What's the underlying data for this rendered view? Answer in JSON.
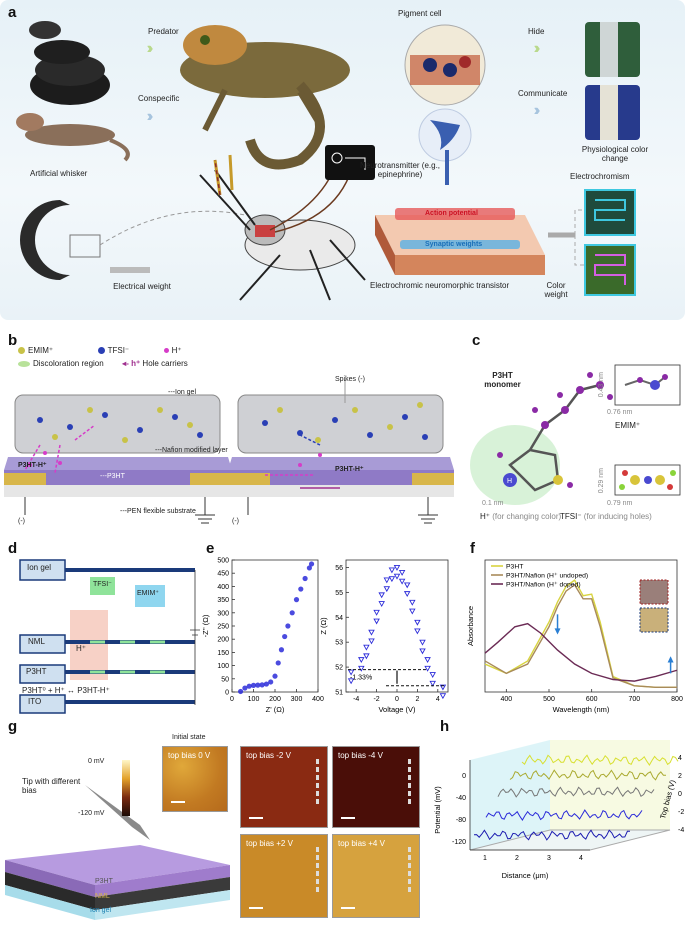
{
  "panels": {
    "a": "a",
    "b": "b",
    "c": "c",
    "d": "d",
    "e": "e",
    "f": "f",
    "g": "g",
    "h": "h"
  },
  "a": {
    "predator": "Predator",
    "conspecific": "Conspecific",
    "hide": "Hide",
    "communicate": "Communicate",
    "pigment_cell": "Pigment cell",
    "physio_color": "Physiological color change",
    "neurotransmitter": "Neurotransmitter (e.g., epinephrine)",
    "artificial_whisker": "Artificial whisker",
    "electrical_weight": "Electrical weight",
    "electrochromism": "Electrochromism",
    "action_potential": "Action potential",
    "synaptic_weights": "Synaptic weights",
    "transistor": "Electrochromic neuromorphic transistor",
    "color_weight": "Color weight"
  },
  "b": {
    "legend": [
      "EMIM⁺",
      "TFSI⁻",
      "H⁺",
      "Discoloration region",
      "Hole carriers"
    ],
    "hole_symbol": "h⁺",
    "ion_gel": "---Ion gel",
    "spikes": "Spikes (-)",
    "nafion": "---Nafion modified layer",
    "p3ht": "---P3HT",
    "p3ht_h": "P3HT-H⁺",
    "pen": "---PEN flexible substrate",
    "minus": "(-)"
  },
  "c": {
    "monomer": "P3HT monomer",
    "emim_w": "0.76 nm",
    "emim_h": "0.43 nm",
    "emim": "EMIM⁺",
    "tfsi_w": "0.79 nm",
    "tfsi_h": "0.29 nm",
    "tfsi": "TFSI⁻",
    "tfsi_note": "(for inducing holes)",
    "h_size": "0.1 nm",
    "h": "H⁺",
    "h_note": "(for changing color)",
    "h_atom": "H"
  },
  "d": {
    "ion_gel": "Ion gel",
    "tfsi": "TFSI⁻",
    "emim": "EMIM⁺",
    "nml": "NML",
    "h": "H⁺",
    "p3ht": "P3HT",
    "eq": "P3HT⁰ + H⁺ ↔ P3HT-H⁺",
    "ito": "ITO"
  },
  "e": {
    "left_ylabel": "-Z'' (Ω)",
    "left_xlabel": "Z' (Ω)",
    "left_yticks": [
      "0",
      "50",
      "100",
      "150",
      "200",
      "250",
      "300",
      "350",
      "400",
      "450",
      "500"
    ],
    "left_xticks": [
      "0",
      "100",
      "200",
      "300",
      "400"
    ],
    "right_ylabel": "Z (Ω)",
    "right_xlabel": "Voltage (V)",
    "right_yticks": [
      "51",
      "52",
      "53",
      "54",
      "55",
      "56"
    ],
    "right_xticks": [
      "-4",
      "-2",
      "0",
      "2",
      "4"
    ],
    "drop": "-1.33%"
  },
  "f": {
    "legend": [
      "P3HT",
      "P3HT/Nafion (H⁺ undoped)",
      "P3HT/Nafion (H⁺ doped)"
    ],
    "ylabel": "Absorbance",
    "xlabel": "Wavelength (nm)",
    "xticks": [
      "400",
      "500",
      "600",
      "700",
      "800"
    ]
  },
  "g": {
    "tip": "Tip with different bias",
    "cb_max": "0 mV",
    "cb_min": "-120 mV",
    "initial": "Initial state",
    "maps": [
      "top bias 0 V",
      "top bias -2 V",
      "top bias -4 V",
      "top bias +2 V",
      "top bias +4 V"
    ],
    "layers": [
      "P3HT",
      "NML",
      "Ion gel"
    ]
  },
  "h": {
    "ylabel": "Potential (mV)",
    "xlabel": "Distance (μm)",
    "zlabel": "Top bias (V)",
    "yticks": [
      "0",
      "-40",
      "-80",
      "-120"
    ],
    "xticks": [
      "1",
      "2",
      "3",
      "4"
    ],
    "zticks": [
      "4",
      "2",
      "0",
      "-2",
      "-4"
    ]
  },
  "colors": {
    "accent_blue": "#2b2bd9",
    "p3ht_yellow": "#d8d440",
    "undoped": "#a88a5a",
    "doped": "#6b2b55",
    "panel_bg": "#e6f1f7"
  },
  "chart_data": [
    {
      "type": "scatter",
      "xlabel": "Z' (Ω)",
      "ylabel": "-Z'' (Ω)",
      "xlim": [
        0,
        400
      ],
      "ylim": [
        0,
        500
      ],
      "series": [
        {
          "x": [
            40,
            60,
            80,
            100,
            120,
            140,
            160,
            180,
            200,
            215,
            230,
            245,
            260,
            280,
            300,
            320,
            340,
            360,
            370
          ],
          "y": [
            2,
            15,
            22,
            25,
            26,
            27,
            30,
            38,
            60,
            110,
            160,
            210,
            250,
            300,
            350,
            390,
            430,
            470,
            485
          ]
        }
      ]
    },
    {
      "type": "line",
      "xlabel": "Voltage (V)",
      "ylabel": "Z (Ω)",
      "xlim": [
        -5,
        5
      ],
      "ylim": [
        51,
        56.3
      ],
      "series": [
        {
          "x": [
            -4.5,
            -3.5,
            -3,
            -2.5,
            -2,
            -1.5,
            -1,
            -0.5,
            0,
            0.5,
            1,
            1.5,
            2,
            2.5,
            3,
            3.5,
            4.5
          ],
          "y": [
            51.8,
            52.3,
            52.8,
            53.4,
            54.2,
            54.9,
            55.5,
            55.9,
            56.0,
            55.8,
            55.3,
            54.6,
            53.8,
            53.0,
            52.3,
            51.7,
            51.2
          ]
        }
      ]
    },
    {
      "type": "line",
      "xlabel": "Wavelength (nm)",
      "ylabel": "Absorbance",
      "xlim": [
        350,
        800
      ],
      "series": [
        {
          "name": "P3HT",
          "x": [
            350,
            400,
            450,
            500,
            520,
            540,
            560,
            580,
            600,
            620,
            650,
            700,
            750,
            800
          ],
          "y": [
            0.18,
            0.12,
            0.2,
            0.45,
            0.58,
            0.68,
            0.72,
            0.62,
            0.63,
            0.45,
            0.1,
            0.04,
            0.03,
            0.03
          ]
        },
        {
          "name": "P3HT/Nafion (H⁺ undoped)",
          "x": [
            350,
            400,
            450,
            500,
            520,
            540,
            560,
            580,
            600,
            620,
            650,
            700,
            750,
            800
          ],
          "y": [
            0.2,
            0.12,
            0.18,
            0.42,
            0.55,
            0.65,
            0.69,
            0.6,
            0.6,
            0.42,
            0.09,
            0.04,
            0.03,
            0.03
          ]
        },
        {
          "name": "P3HT/Nafion (H⁺ doped)",
          "x": [
            350,
            380,
            420,
            450,
            480,
            520,
            560,
            600,
            650,
            700,
            750,
            800
          ],
          "y": [
            0.25,
            0.32,
            0.42,
            0.44,
            0.38,
            0.27,
            0.18,
            0.12,
            0.08,
            0.07,
            0.1,
            0.14
          ]
        }
      ]
    }
  ]
}
